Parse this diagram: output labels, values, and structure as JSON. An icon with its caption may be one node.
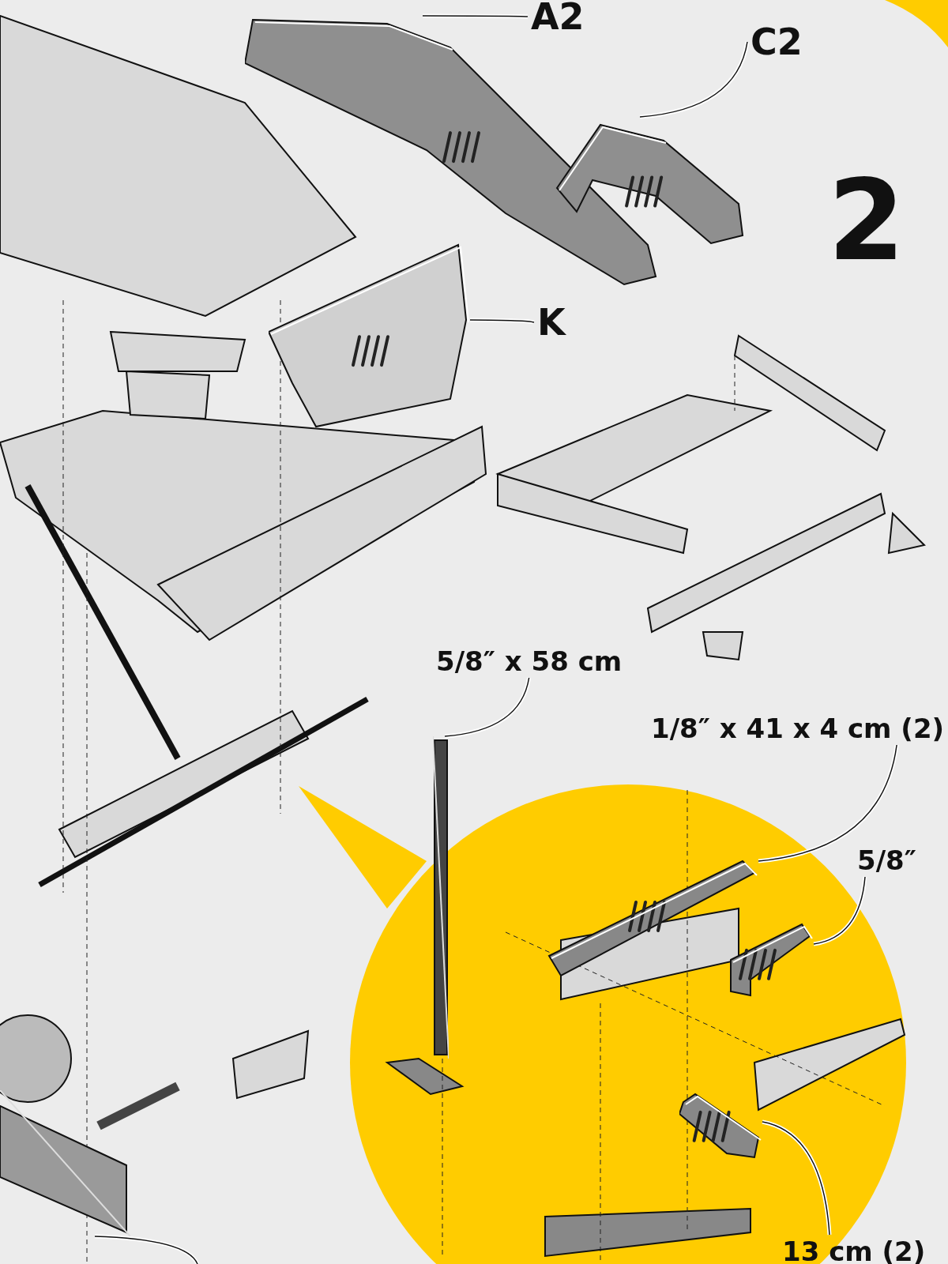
{
  "diagram": {
    "nodes": [
      {
        "text": [
          "A2"
        ]
      },
      {
        "text": [],
        "shape": "picture"
      },
      {
        "text": [
          "C2"
        ]
      },
      {
        "text": [],
        "shape": "picture"
      },
      {
        "text": [
          "K"
        ]
      },
      {
        "text": [],
        "shape": "picture"
      },
      {
        "text": [
          "5/8″ x 58 cm"
        ]
      },
      {
        "text": [],
        "shape": "bar"
      },
      {
        "text": [
          "1/8″ x 41 x 4 cm (2)"
        ]
      },
      {
        "text": [],
        "shape": "picture"
      },
      {
        "text": [
          "5/8″"
        ]
      },
      {
        "text": [],
        "shape": "picture"
      },
      {
        "text": [
          "13 cm (2)"
        ]
      },
      {
        "text": [],
        "shape": "picture"
      },
      {
        "text": [],
        "shape": "bar"
      }
    ],
    "edges": [
      {
        "from": 0,
        "to": 1,
        "arrow": "none"
      },
      {
        "from": 2,
        "to": 3,
        "arrow": "none"
      },
      {
        "from": 4,
        "to": 5,
        "arrow": "none"
      },
      {
        "from": 6,
        "to": 7,
        "arrow": "none"
      },
      {
        "from": 8,
        "to": 9,
        "arrow": "none"
      },
      {
        "from": 10,
        "to": 11,
        "arrow": "none"
      },
      {
        "from": 12,
        "to": 13,
        "arrow": "none"
      },
      {
        "from": null,
        "to": 14,
        "arrow": "none"
      }
    ],
    "labels": [
      "2"
    ]
  }
}
